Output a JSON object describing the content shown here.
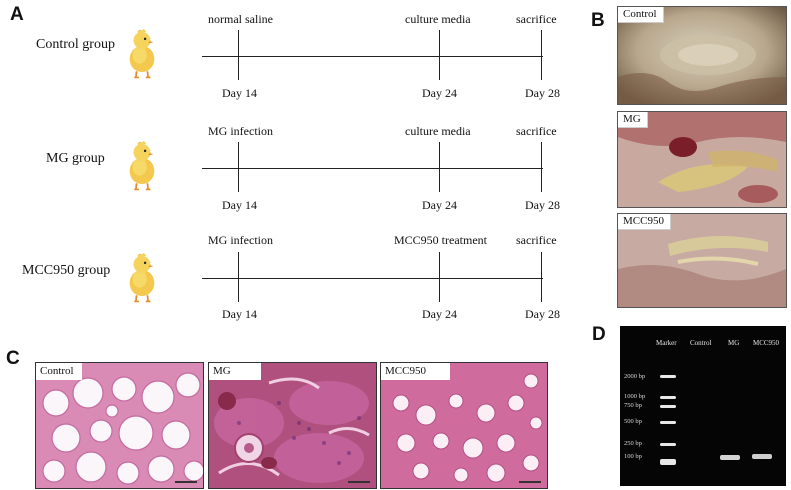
{
  "panel_a": {
    "letter": "A",
    "groups": [
      {
        "label": "Control group",
        "events": [
          "normal saline",
          "culture media",
          "sacrifice"
        ],
        "days": [
          "Day 14",
          "Day 24",
          "Day 28"
        ]
      },
      {
        "label": "MG group",
        "events": [
          "MG infection",
          "culture media",
          "sacrifice"
        ],
        "days": [
          "Day 14",
          "Day 24",
          "Day 28"
        ]
      },
      {
        "label": "MCC950 group",
        "events": [
          "MG infection",
          "MCC950 treatment",
          "sacrifice"
        ],
        "days": [
          "Day 14",
          "Day 24",
          "Day 28"
        ]
      }
    ]
  },
  "panel_b": {
    "letter": "B",
    "photos": [
      "Control",
      "MG",
      "MCC950"
    ]
  },
  "panel_c": {
    "letter": "C",
    "images": [
      "Control",
      "MG",
      "MCC950"
    ]
  },
  "panel_d": {
    "letter": "D",
    "lanes": [
      "Marker",
      "Control",
      "MG",
      "MCC950"
    ],
    "ladder": [
      "2000 bp",
      "1000 bp",
      "750 bp",
      "500 bp",
      "250 bp",
      "100 bp"
    ]
  }
}
